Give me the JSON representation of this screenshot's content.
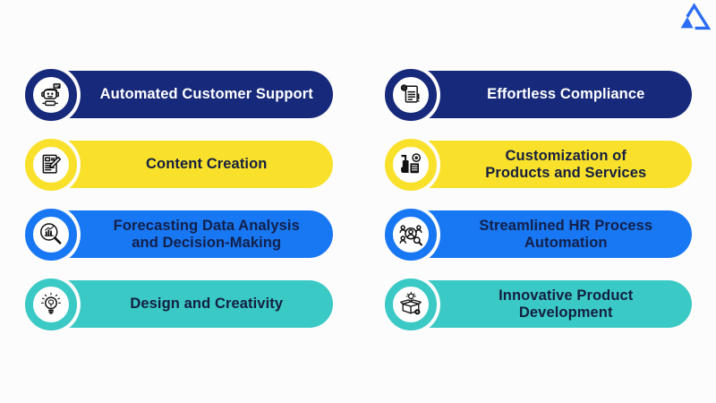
{
  "palette": {
    "navy": "#17297A",
    "yellow": "#F9E12B",
    "blue": "#1877F2",
    "teal": "#3AC9C5",
    "text_dark": "#151F40",
    "text_light": "#FFFFFF",
    "icon_ink": "#111111",
    "background": "#FCFCFC",
    "logo_blue": "#2C6DF3"
  },
  "logo": {
    "name": "mountain-logo"
  },
  "items": [
    {
      "label": "Automated Customer Support",
      "lines": [
        "Automated Customer Support"
      ],
      "icon": "robot-support-icon",
      "color": "navy",
      "column": "left",
      "row": 1
    },
    {
      "label": "Effortless Compliance",
      "lines": [
        "Effortless Compliance"
      ],
      "icon": "compliance-document-gear-icon",
      "color": "navy",
      "column": "right",
      "row": 1
    },
    {
      "label": "Content Creation",
      "lines": [
        "Content Creation"
      ],
      "icon": "document-pencil-icon",
      "color": "yellow",
      "column": "left",
      "row": 2
    },
    {
      "label": "Customization of Products and Services",
      "lines": [
        "Customization of",
        "Products and Services"
      ],
      "icon": "customization-products-icon",
      "color": "yellow",
      "column": "right",
      "row": 2
    },
    {
      "label": "Forecasting Data Analysis and Decision-Making",
      "lines": [
        "Forecasting Data Analysis",
        "and Decision-Making"
      ],
      "icon": "magnifier-bar-chart-icon",
      "color": "blue",
      "column": "left",
      "row": 3
    },
    {
      "label": "Streamlined HR Process Automation",
      "lines": [
        "Streamlined HR Process",
        "Automation"
      ],
      "icon": "hr-team-search-icon",
      "color": "blue",
      "column": "right",
      "row": 3
    },
    {
      "label": "Design and Creativity",
      "lines": [
        "Design and Creativity"
      ],
      "icon": "lightbulb-creativity-icon",
      "color": "teal",
      "column": "left",
      "row": 4
    },
    {
      "label": "Innovative Product Development",
      "lines": [
        "Innovative Product",
        "Development"
      ],
      "icon": "product-box-gear-icon",
      "color": "teal",
      "column": "right",
      "row": 4
    }
  ]
}
